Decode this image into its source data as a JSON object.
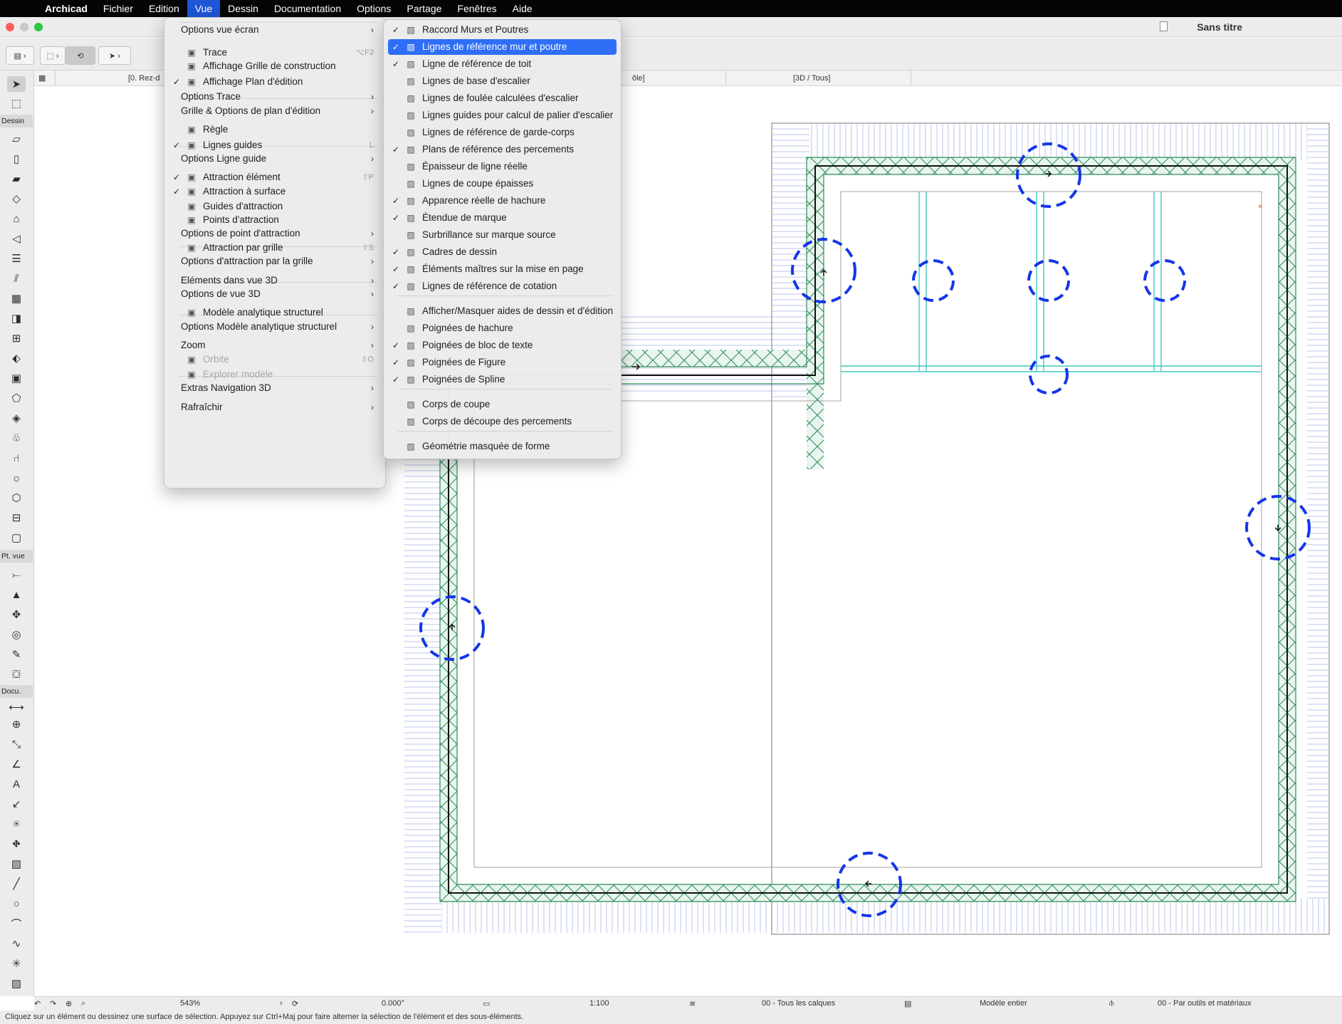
{
  "app": {
    "apple_symbol": "",
    "name": "Archicad",
    "menus": [
      "Fichier",
      "Edition",
      "Vue",
      "Dessin",
      "Documentation",
      "Options",
      "Partage",
      "Fenêtres",
      "Aide"
    ],
    "document_title": "Sans titre"
  },
  "tabs": {
    "floor": "[0. Rez-d",
    "section_frag": "ôle]",
    "view3d": "[3D / Tous]"
  },
  "toolbox": {
    "sections": [
      "Dessin",
      "Pt. vue",
      "Docu."
    ]
  },
  "view_menu": {
    "items": [
      {
        "label": "Options vue écran",
        "submenu": true,
        "active": true
      },
      {
        "label": "Trace",
        "shortcut": "⌥F2",
        "icon": "trace-icon"
      },
      {
        "label": "Affichage Grille de construction",
        "icon": "grid-icon"
      },
      {
        "label": "Affichage Plan d'édition",
        "icon": "edit-plane-icon",
        "checked": true
      },
      {
        "label": "Options Trace",
        "submenu": true
      },
      {
        "label": "Grille & Options de plan d'édition",
        "submenu": true
      },
      {
        "label": "Règle",
        "icon": "ruler-icon"
      },
      {
        "label": "Lignes guides",
        "shortcut": "L",
        "icon": "guide-lines-icon",
        "checked": true
      },
      {
        "label": "Options Ligne guide",
        "submenu": true
      },
      {
        "label": "Attraction élément",
        "shortcut": "⇧P",
        "icon": "element-snap-icon",
        "checked": true
      },
      {
        "label": "Attraction à surface",
        "icon": "surface-snap-icon",
        "checked": true
      },
      {
        "label": "Guides d'attraction",
        "icon": "snap-guides-icon"
      },
      {
        "label": "Points d'attraction",
        "icon": "snap-points-icon"
      },
      {
        "label": "Options de point d'attraction",
        "submenu": true
      },
      {
        "label": "Attraction par grille",
        "shortcut": "⇧S",
        "icon": "grid-snap-icon"
      },
      {
        "label": "Options d'attraction par la grille",
        "submenu": true
      },
      {
        "label": "Eléments dans vue 3D",
        "submenu": true
      },
      {
        "label": "Options de vue 3D",
        "submenu": true
      },
      {
        "label": "Modèle analytique structurel",
        "icon": "structural-model-icon"
      },
      {
        "label": "Options Modèle analytique structurel",
        "submenu": true
      },
      {
        "label": "Zoom",
        "submenu": true
      },
      {
        "label": "Orbite",
        "shortcut": "⇧O",
        "icon": "orbit-icon",
        "disabled": true
      },
      {
        "label": "Explorer modèle",
        "icon": "walk-icon",
        "disabled": true
      },
      {
        "label": "Extras Navigation 3D",
        "submenu": true
      },
      {
        "label": "Rafraîchir",
        "submenu": true
      }
    ]
  },
  "submenu": {
    "items": [
      {
        "label": "Raccord Murs et Poutres",
        "checked": true,
        "icon": "wall-beam-join-icon"
      },
      {
        "label": "Lignes de référence mur et poutre",
        "checked": true,
        "icon": "wall-reference-line-icon",
        "highlighted": true
      },
      {
        "label": "Ligne de référence de toit",
        "checked": true,
        "icon": "roof-reference-icon"
      },
      {
        "label": "Lignes de base d'escalier",
        "icon": "stair-baseline-icon"
      },
      {
        "label": "Lignes de foulée calculées d'escalier",
        "icon": "stair-walkline-icon"
      },
      {
        "label": "Lignes guides pour calcul de palier d'escalier",
        "icon": "stair-landing-icon"
      },
      {
        "label": "Lignes de référence de garde-corps",
        "icon": "railing-reference-icon"
      },
      {
        "label": "Plans de référence des percements",
        "checked": true,
        "icon": "opening-plane-icon"
      },
      {
        "label": "Épaisseur de ligne réelle",
        "icon": "line-weight-icon"
      },
      {
        "label": "Lignes de coupe épaisses",
        "icon": "bold-cut-lines-icon"
      },
      {
        "label": "Apparence réelle de hachure",
        "checked": true,
        "icon": "hatch-appearance-icon"
      },
      {
        "label": "Étendue de marque",
        "checked": true,
        "icon": "marker-extent-icon"
      },
      {
        "label": "Surbrillance sur marque source",
        "icon": "source-marker-icon"
      },
      {
        "label": "Cadres de dessin",
        "checked": true,
        "icon": "drawing-frames-icon"
      },
      {
        "label": "Éléments maîtres sur la mise en page",
        "checked": true,
        "icon": "master-layout-icon"
      },
      {
        "label": "Lignes de référence de cotation",
        "checked": true,
        "icon": "dimension-reference-icon"
      },
      {
        "label": "Afficher/Masquer aides de dessin et d'édition",
        "icon": "drawing-aids-icon"
      },
      {
        "label": "Poignées de hachure",
        "icon": "hatch-handles-icon"
      },
      {
        "label": "Poignées de bloc de texte",
        "checked": true,
        "icon": "text-handles-icon"
      },
      {
        "label": "Poignées de Figure",
        "checked": true,
        "icon": "figure-handles-icon"
      },
      {
        "label": "Poignées de Spline",
        "checked": true,
        "icon": "spline-handles-icon"
      },
      {
        "label": "Corps de coupe",
        "icon": "cut-body-icon"
      },
      {
        "label": "Corps de découpe des percements",
        "icon": "opening-cut-body-icon"
      },
      {
        "label": "Géométrie masquée de forme",
        "icon": "hidden-geometry-icon"
      }
    ]
  },
  "statusbar": {
    "zoom": "543%",
    "angle": "0.000°",
    "scale": "1:100",
    "layers": "00 - Tous les calques",
    "model": "Modèle entier",
    "pen_set": "00 - Par outils et matériaux"
  },
  "hint": "Cliquez sur un élément ou dessinez une surface de sélection. Appuyez sur Ctrl+Maj pour faire alterner la sélection de l'élément et des sous-éléments.",
  "colors": {
    "accent": "#2f6ef6",
    "hatch": "#2e8b57",
    "reference": "#40c8c0",
    "highlight_dash": "#1536e8"
  }
}
